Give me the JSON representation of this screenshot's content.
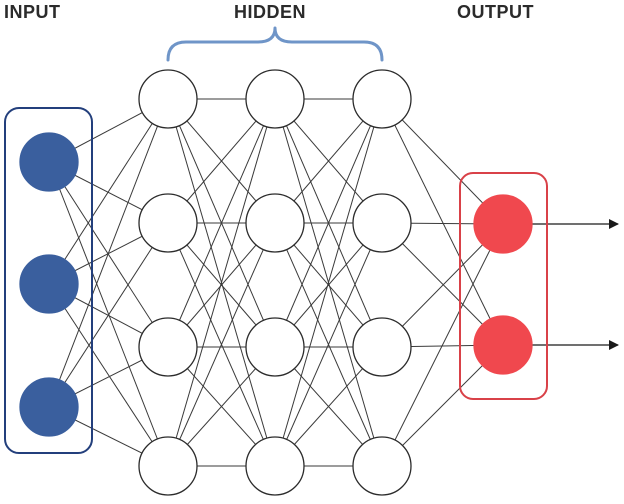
{
  "labels": {
    "input": "INPUT",
    "hidden": "HIDDEN",
    "output": "OUTPUT"
  },
  "colors": {
    "input_fill": "#3a5f9e",
    "input_box": "#233f7c",
    "output_fill": "#f0484e",
    "output_box": "#d94148",
    "hidden_brace": "#6f95c8",
    "edge": "#3a3a3a",
    "node_stroke": "#2b2b2b"
  },
  "network": {
    "input_nodes": 3,
    "hidden_layers": 3,
    "hidden_nodes_per_layer": 4,
    "output_nodes": 2,
    "fully_connected": true,
    "output_arrows": true
  }
}
